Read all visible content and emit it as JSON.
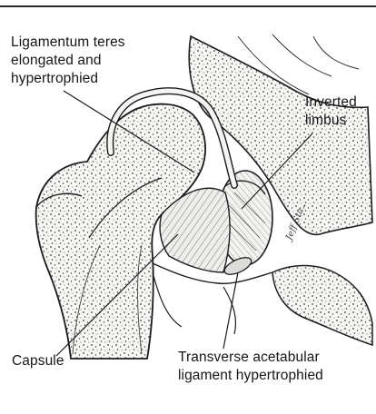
{
  "labels": {
    "ligamentum_teres": "Ligamentum teres\nelongated and\nhypertrophied",
    "inverted_limbus": "Inverted\nlimbus",
    "capsule": "Capsule",
    "transverse_ligament": "Transverse acetabular\nligament hypertrophied"
  },
  "colors": {
    "line": "#1c1c1c",
    "bone_fill": "#f4f4f2",
    "stipple": "#3a3a3a",
    "background": "#ffffff"
  },
  "signature_text": "Jeff Sta..."
}
